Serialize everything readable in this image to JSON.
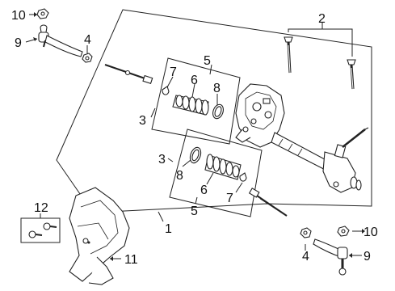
{
  "diagram": {
    "labels": {
      "l1": "1",
      "l2": "2",
      "l3_upper": "3",
      "l3_lower": "3",
      "l4_left": "4",
      "l4_right": "4",
      "l5_upper": "5",
      "l5_lower": "5",
      "l6_upper": "6",
      "l6_lower": "6",
      "l7_upper": "7",
      "l7_lower": "7",
      "l8_upper": "8",
      "l8_lower": "8",
      "l9_left": "9",
      "l9_right": "9",
      "l10_left": "10",
      "l10_right": "10",
      "l11": "11",
      "l12": "12"
    }
  }
}
